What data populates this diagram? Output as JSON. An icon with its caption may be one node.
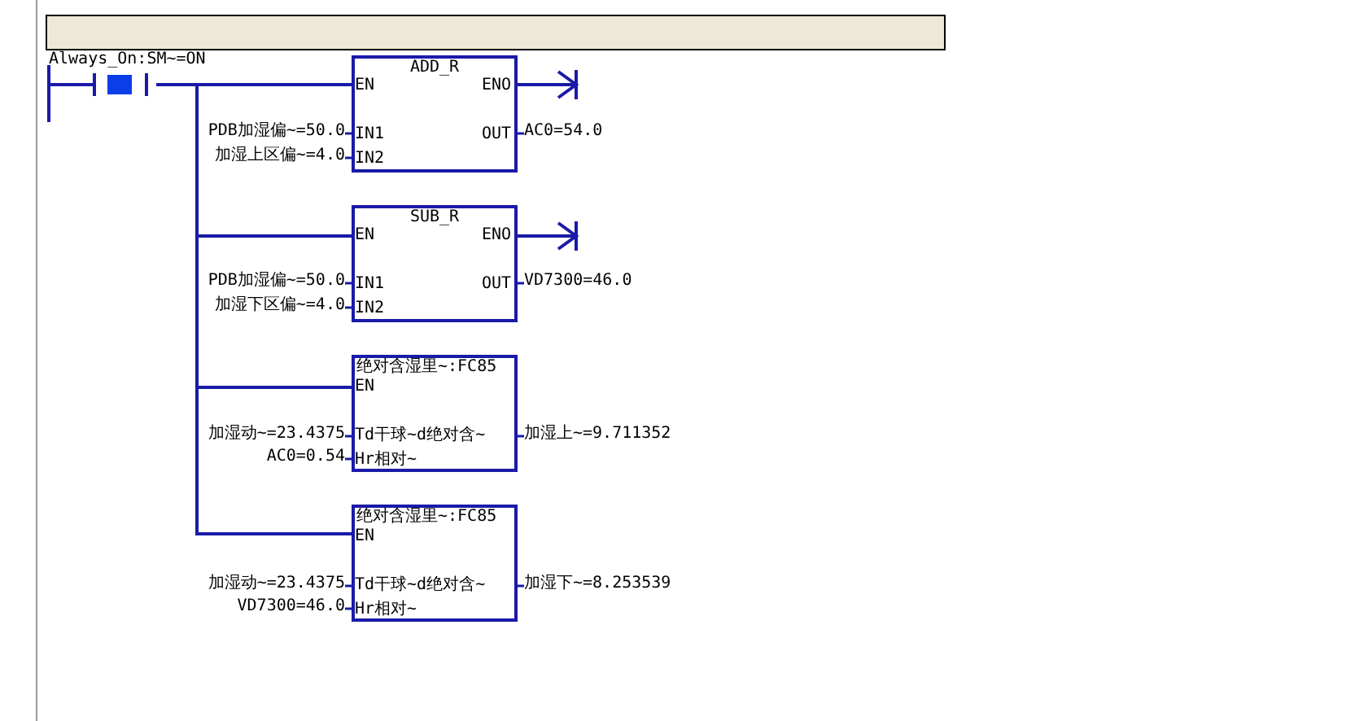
{
  "diagram": {
    "nodes": [
      {
        "text": [
          "Always_On:SM~=ON"
        ]
      },
      {
        "text": [
          "ADD_R",
          "EN",
          "ENO",
          "IN1",
          "IN2",
          "OUT"
        ]
      },
      {
        "text": [
          "SUB_R",
          "EN",
          "ENO",
          "IN1",
          "IN2",
          "OUT"
        ]
      },
      {
        "text": [
          "绝对含湿里~:FC85",
          "EN",
          "Td干球~d绝对含~",
          "Hr相对~"
        ]
      },
      {
        "text": [
          "绝对含湿里~:FC85",
          "EN",
          "Td干球~d绝对含~",
          "Hr相对~"
        ]
      }
    ],
    "edges": [
      {
        "from": 0,
        "to": 1,
        "arrow": "none"
      },
      {
        "from": 0,
        "to": 2,
        "arrow": "none"
      },
      {
        "from": 0,
        "to": 3,
        "arrow": "none"
      },
      {
        "from": 0,
        "to": 4,
        "arrow": "none"
      },
      {
        "from": 1,
        "to": null,
        "arrow": "to"
      },
      {
        "from": 2,
        "to": null,
        "arrow": "to"
      }
    ],
    "labels": [
      "PDB加湿偏~=50.0",
      "AC0=54.0",
      "加湿上区偏~=4.0",
      "PDB加湿偏~=50.0",
      "VD7300=46.0",
      "加湿下区偏~=4.0",
      "加湿动~=23.4375",
      "加湿上~=9.711352",
      "AC0=0.54",
      "加湿动~=23.4375",
      "加湿下~=8.253539",
      "VD7300=46.0"
    ]
  }
}
